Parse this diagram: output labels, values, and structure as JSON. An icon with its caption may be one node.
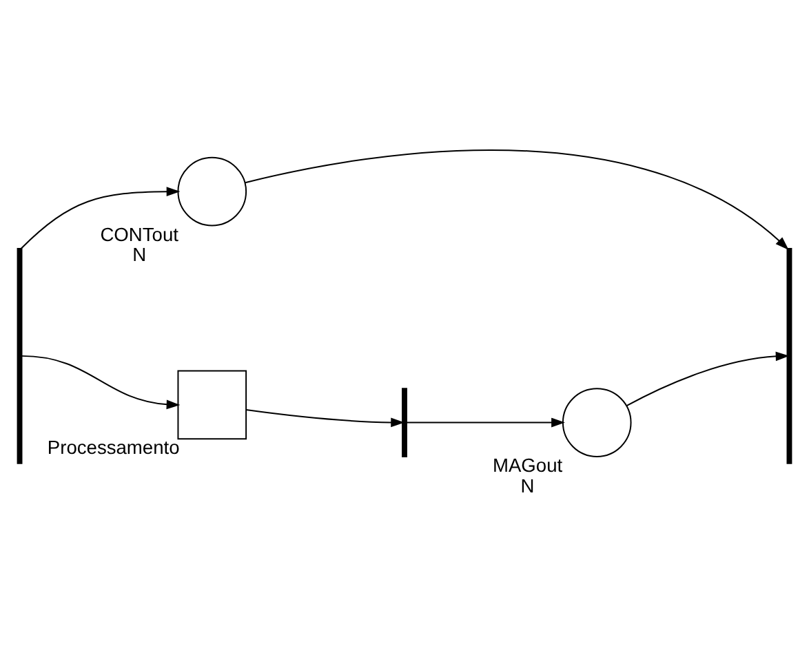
{
  "diagram": {
    "nodes": [
      {
        "text": [],
        "shape": "bar"
      },
      {
        "text": [
          "CONTout"
        ],
        "beside": [
          "N"
        ]
      },
      {
        "text": [],
        "shape": "bar"
      },
      {
        "text": [
          "Processamento"
        ]
      },
      {
        "text": [],
        "shape": "bar"
      },
      {
        "text": [
          "MAGout"
        ],
        "beside": [
          "N"
        ]
      }
    ],
    "edges": [
      {
        "from": 0,
        "to": 1,
        "arrow": "to"
      },
      {
        "from": 1,
        "to": 2,
        "arrow": "to"
      },
      {
        "from": 0,
        "to": 3,
        "arrow": "to"
      },
      {
        "from": 3,
        "to": 4,
        "arrow": "to"
      },
      {
        "from": 4,
        "to": 5,
        "arrow": "to"
      },
      {
        "from": 5,
        "to": 2,
        "arrow": "to"
      }
    ]
  }
}
